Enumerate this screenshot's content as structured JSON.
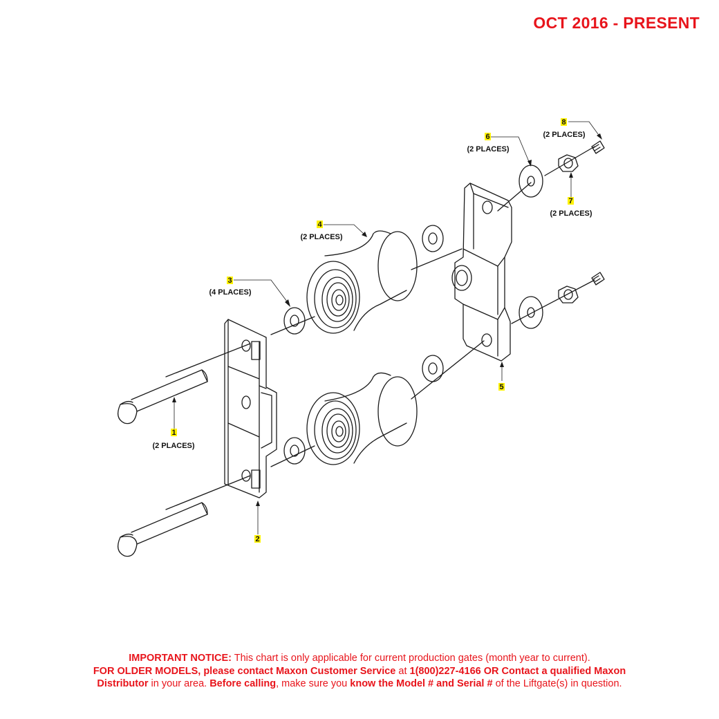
{
  "header": {
    "date_range": "OCT 2016 - PRESENT"
  },
  "callouts": [
    {
      "id": "1",
      "qty": "(2 PLACES)"
    },
    {
      "id": "2",
      "qty": ""
    },
    {
      "id": "3",
      "qty": "(4 PLACES)"
    },
    {
      "id": "4",
      "qty": "(2 PLACES)"
    },
    {
      "id": "5",
      "qty": ""
    },
    {
      "id": "6",
      "qty": "(2 PLACES)"
    },
    {
      "id": "7",
      "qty": "(2 PLACES)"
    },
    {
      "id": "8",
      "qty": "(2 PLACES)"
    }
  ],
  "colors": {
    "callout_highlight": "#fff200",
    "notice_red": "#e8141b",
    "line": "#1a1a1a"
  },
  "notice": {
    "l1_bold": "IMPORTANT NOTICE:",
    "l1_text": " This chart is only applicable for current production gates (month year to current).",
    "l2_bold_a": "FOR OLDER MODELS, please contact Maxon Customer Service",
    "l2_text_a": " at ",
    "l2_bold_b": "1(800)227-4166 OR Contact a qualified Maxon",
    "l3_bold_a": "Distributor",
    "l3_text_a": " in your area. ",
    "l3_bold_b": "Before calling",
    "l3_text_b": ", make sure you ",
    "l3_bold_c": "know the Model # and Serial #",
    "l3_text_c": " of the Liftgate(s) in question."
  }
}
